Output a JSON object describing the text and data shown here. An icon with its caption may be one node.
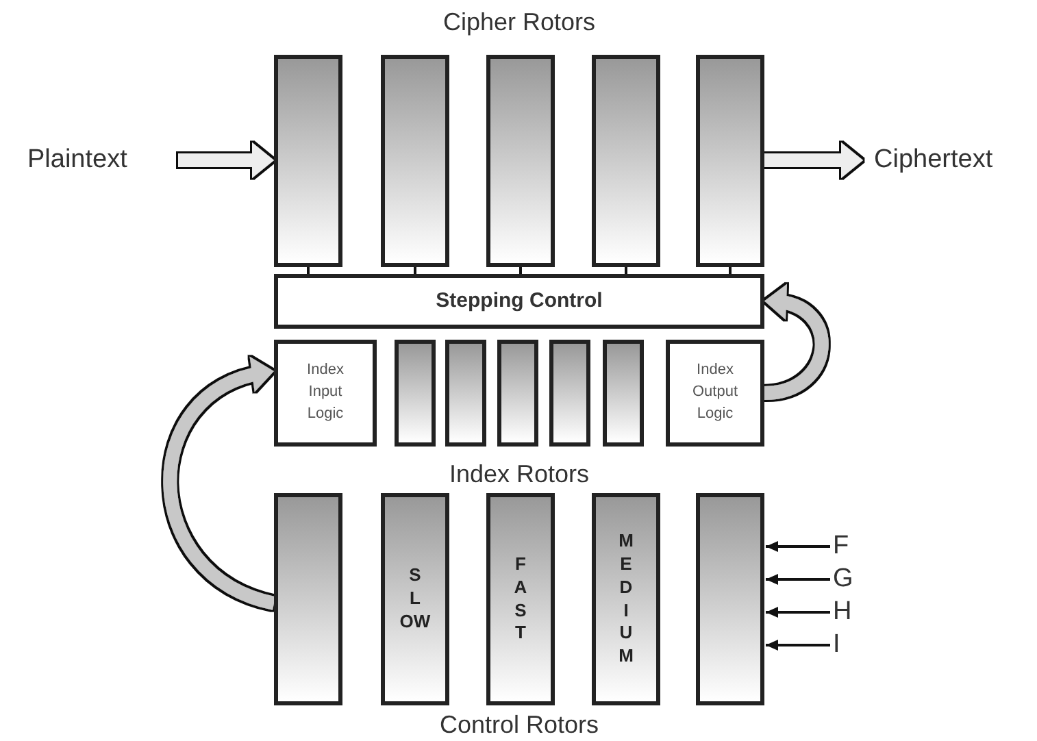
{
  "diagram": {
    "nodes": [
      {
        "text": [
          "Plaintext"
        ]
      },
      {
        "text": [],
        "shape": "box"
      },
      {
        "text": [],
        "shape": "box"
      },
      {
        "text": [],
        "shape": "box"
      },
      {
        "text": [],
        "shape": "box"
      },
      {
        "text": [],
        "shape": "box"
      },
      {
        "text": [
          "Ciphertext"
        ]
      },
      {
        "text": [
          "Stepping Control"
        ]
      },
      {
        "text": [
          "Index Input Logic"
        ]
      },
      {
        "text": [],
        "shape": "box"
      },
      {
        "text": [],
        "shape": "box"
      },
      {
        "text": [],
        "shape": "box"
      },
      {
        "text": [],
        "shape": "box"
      },
      {
        "text": [],
        "shape": "box"
      },
      {
        "text": [
          "Index Output Logic"
        ]
      },
      {
        "text": [],
        "shape": "box"
      },
      {
        "text": [
          "S L OW"
        ]
      },
      {
        "text": [
          "F A S T"
        ]
      },
      {
        "text": [
          "M E D I U M"
        ]
      },
      {
        "text": [],
        "shape": "box"
      },
      {
        "text": [
          "F"
        ]
      },
      {
        "text": [
          "G"
        ]
      },
      {
        "text": [
          "H"
        ]
      },
      {
        "text": [
          "I"
        ]
      }
    ],
    "edges": [
      {
        "from": 0,
        "to": 1,
        "arrow": "to",
        "style": "thick",
        "color": "#eeeeee"
      },
      {
        "from": 5,
        "to": 6,
        "arrow": "to",
        "style": "thick",
        "color": "#eeeeee"
      },
      {
        "from": 1,
        "to": 7,
        "arrow": "none"
      },
      {
        "from": 2,
        "to": 7,
        "arrow": "none"
      },
      {
        "from": 3,
        "to": 7,
        "arrow": "none"
      },
      {
        "from": 4,
        "to": 7,
        "arrow": "none"
      },
      {
        "from": 5,
        "to": 7,
        "arrow": "none"
      },
      {
        "from": 14,
        "to": 7,
        "arrow": "to",
        "style": "thick",
        "color": "#c8c8c8"
      },
      {
        "from": 15,
        "to": 8,
        "arrow": "to",
        "style": "thick",
        "color": "#c8c8c8"
      },
      {
        "from": 20,
        "to": 19,
        "arrow": "to"
      },
      {
        "from": 21,
        "to": 19,
        "arrow": "to"
      },
      {
        "from": 22,
        "to": 19,
        "arrow": "to"
      },
      {
        "from": 23,
        "to": 19,
        "arrow": "to"
      }
    ],
    "labels": [
      "Cipher Rotors",
      "Index Rotors",
      "Control Rotors"
    ]
  }
}
